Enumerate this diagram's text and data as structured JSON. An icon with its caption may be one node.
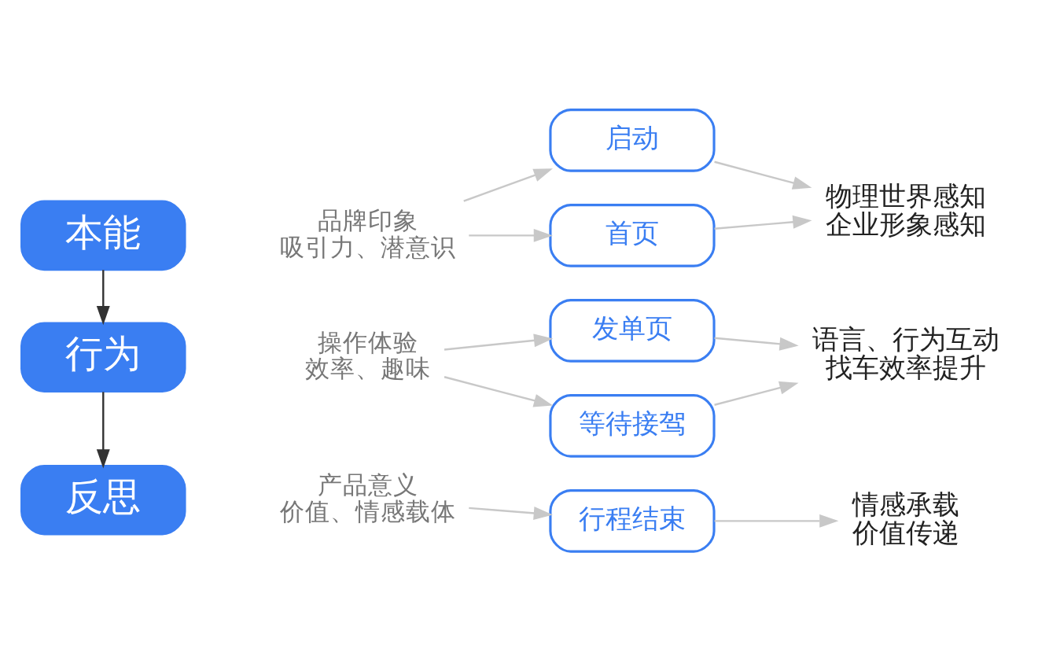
{
  "diagram": {
    "nodes": [
      {
        "text": [
          "本能"
        ]
      },
      {
        "text": [
          "品牌印象",
          "吸引力、潜意识"
        ]
      },
      {
        "text": [
          "启动"
        ]
      },
      {
        "text": [
          "首页"
        ]
      },
      {
        "text": [
          "物理世界感知",
          "企业形象感知"
        ]
      },
      {
        "text": [
          "行为"
        ]
      },
      {
        "text": [
          "操作体验",
          "效率、趣味"
        ]
      },
      {
        "text": [
          "发单页"
        ]
      },
      {
        "text": [
          "等待接驾"
        ]
      },
      {
        "text": [
          "语言、行为互动",
          "找车效率提升"
        ]
      },
      {
        "text": [
          "反思"
        ]
      },
      {
        "text": [
          "产品意义",
          "价值、情感载体"
        ]
      },
      {
        "text": [
          "行程结束"
        ]
      },
      {
        "text": [
          "情感承载",
          "价值传递"
        ]
      }
    ],
    "edges": [
      {
        "from": 0,
        "to": 5,
        "arrow": "to",
        "color": "#333333"
      },
      {
        "from": 5,
        "to": 10,
        "arrow": "to",
        "color": "#333333"
      },
      {
        "from": 1,
        "to": 2,
        "arrow": "to"
      },
      {
        "from": 1,
        "to": 3,
        "arrow": "to"
      },
      {
        "from": 2,
        "to": 4,
        "arrow": "to"
      },
      {
        "from": 3,
        "to": 4,
        "arrow": "to"
      },
      {
        "from": 6,
        "to": 7,
        "arrow": "to"
      },
      {
        "from": 6,
        "to": 8,
        "arrow": "to"
      },
      {
        "from": 7,
        "to": 9,
        "arrow": "to"
      },
      {
        "from": 8,
        "to": 9,
        "arrow": "to"
      },
      {
        "from": 11,
        "to": 12,
        "arrow": "to"
      },
      {
        "from": 12,
        "to": 13,
        "arrow": "to"
      }
    ]
  }
}
